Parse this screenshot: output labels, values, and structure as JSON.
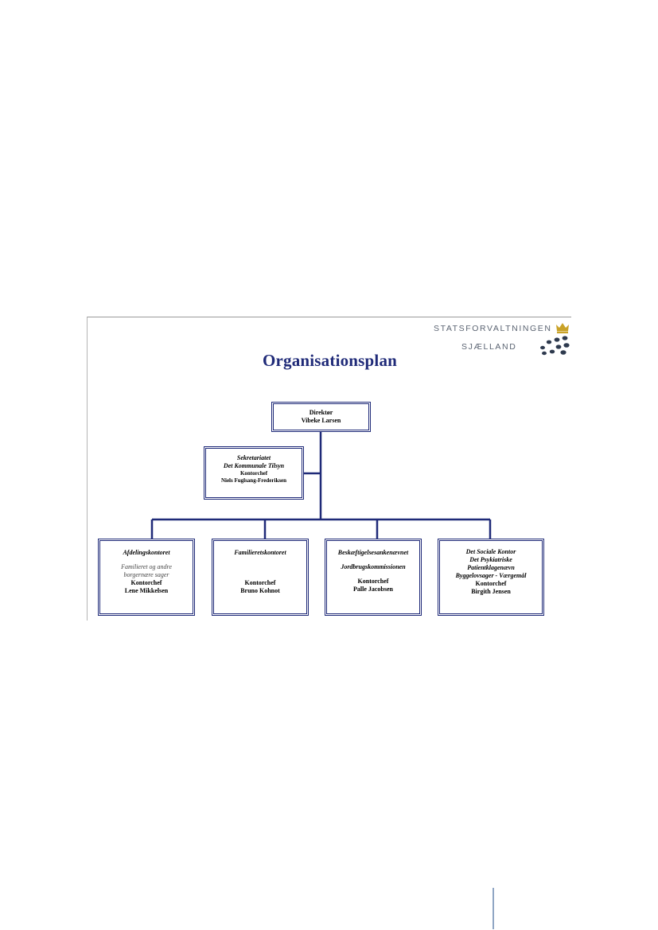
{
  "logo": {
    "wordmark": "STATSFORVALTNINGEN",
    "region": "SJÆLLAND",
    "crown_color": "#c9a227",
    "dots_color": "#2e3a4e"
  },
  "title": "Organisationsplan",
  "colors": {
    "title": "#1f2a78",
    "box_border": "#1f2a78",
    "connector": "#1f2a78"
  },
  "director": {
    "role": "Direktør",
    "name": "Vibeke Larsen"
  },
  "secretariat": {
    "unit": "Sekretariatet",
    "unit2": "Det Kommunale Tilsyn",
    "role": "Kontorchef",
    "name": "Niels Fuglsang-Frederiksen"
  },
  "departments": [
    {
      "unit": "Afdelingskontoret",
      "sub1": "Familieret og andre",
      "sub2": "borgernære sager",
      "role": "Kontorchef",
      "name": "Lene Mikkelsen"
    },
    {
      "unit": "Familieretskontoret",
      "role": "Kontorchef",
      "name": "Bruno Kohnot"
    },
    {
      "unit": "Beskæftigelsesankenævnet",
      "unit2": "Jordbrugskommissionen",
      "role": "Kontorchef",
      "name": "Palle Jacobsen"
    },
    {
      "unit": "Det Sociale Kontor",
      "unit2": "Det Psykiatriske",
      "unit3": "Patientklagenævn",
      "unit4": "Byggelovsager - Værgemål",
      "role": "Kontorchef",
      "name": "Birgith Jensen"
    }
  ]
}
